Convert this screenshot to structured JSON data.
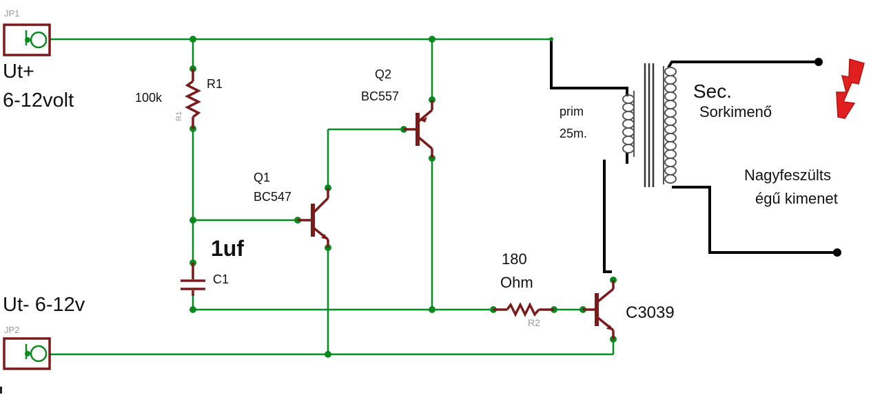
{
  "connectors": {
    "jp1": {
      "ref": "JP1",
      "label_line1": "Ut+",
      "label_line2": "6-12volt"
    },
    "jp2": {
      "ref": "JP2",
      "label": "Ut- 6-12v"
    }
  },
  "r1": {
    "ref": "R1",
    "value": "100k",
    "ref_small": "R1"
  },
  "c1": {
    "ref": "C1",
    "value": "1uf"
  },
  "q1": {
    "ref": "Q1",
    "part": "BC547"
  },
  "q2": {
    "ref": "Q2",
    "part": "BC557"
  },
  "r2": {
    "value_line1": "180",
    "value_line2": "Ohm",
    "ref": "R2"
  },
  "q3": {
    "part": "C3039"
  },
  "transformer": {
    "primary_line1": "prim",
    "primary_line2": "25m.",
    "secondary_line1": "Sec.",
    "secondary_line2": "Sorkimenő"
  },
  "output": {
    "line1": "Nagyfeszülts",
    "line2": "égű kimenet"
  },
  "colors": {
    "wire": "#008c1e",
    "component": "#7a1a1a",
    "bold_wire": "#000000",
    "spark": "#e02020"
  },
  "icons": {
    "spark": "lightning-bolt-icon"
  }
}
